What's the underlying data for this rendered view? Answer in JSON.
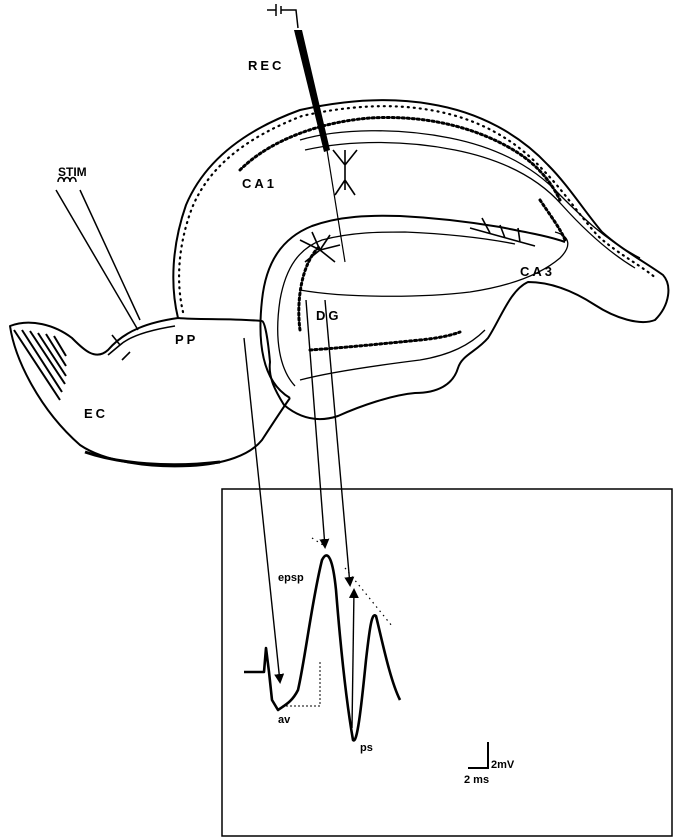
{
  "labels": {
    "rec": "REC",
    "stim": "STIM",
    "ca1": "CA1",
    "ca3": "CA3",
    "dg": "DG",
    "pp": "PP",
    "ec": "EC"
  },
  "trace_labels": {
    "epsp": "epsp",
    "av": "av",
    "ps": "ps"
  },
  "scale_bar": {
    "time": "2 ms",
    "voltage": "2mV"
  }
}
